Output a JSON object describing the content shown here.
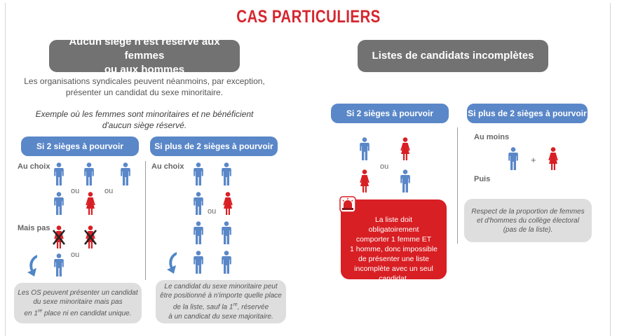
{
  "title": "CAS PARTICULIERS",
  "colors": {
    "title_red": "#d6262f",
    "blue_person": "#5a87c8",
    "red_person": "#d81f24",
    "pill_grey": "#727272",
    "pill_blue": "#5a87c8",
    "note_grey": "#dedede"
  },
  "left": {
    "header_line1": "Aucun siège n'est réservé aux femmes",
    "header_line2": "ou aux hommes",
    "intro_line1": "Les organisations syndicales peuvent néanmoins, par exception,",
    "intro_line2": "présenter un candidat du sexe minoritaire.",
    "example_line1": "Exemple où les femmes sont minoritaires et ne bénéficient",
    "example_line2": "d'aucun siège réservé.",
    "col1": {
      "pill": "Si 2 sièges à pourvoir",
      "label_choice": "Au choix",
      "label_or": "ou",
      "label_not": "Mais pas",
      "note_line1": "Les OS peuvent présenter un candidat",
      "note_line2": "du sexe minoritaire mais pas",
      "note_line3_pre": "en 1",
      "note_line3_sup": "re",
      "note_line3_post": " place ni en candidat unique."
    },
    "col2": {
      "pill": "Si plus de 2 sièges à pourvoir",
      "label_choice": "Au choix",
      "label_or": "ou",
      "note_line1": "Le candidat du sexe minoritaire peut",
      "note_line2": "être positionné à n'importe quelle place",
      "note_line3_pre": "de la liste, sauf la 1",
      "note_line3_sup": "re",
      "note_line3_post": ", réservée",
      "note_line4": "à un candicat du sexe majoritaire."
    }
  },
  "right": {
    "header": "Listes de candidats incomplètes",
    "col1": {
      "pill": "Si 2 sièges à pourvoir",
      "label_or": "ou",
      "alert_icon": "siren-alarm-icon",
      "alert_line1": "La liste doit obligatoirement",
      "alert_line2": "comporter 1 femme ET",
      "alert_line3": "1 homme, donc impossible",
      "alert_line4": "de présenter une liste",
      "alert_line5": "incomplète avec un seul",
      "alert_line6": "candidat."
    },
    "col2": {
      "pill": "Si plus de 2 sièges à pourvoir",
      "label_least": "Au moins",
      "label_plus": "+",
      "label_then": "Puis",
      "note_line1": "Respect de la proportion de femmes",
      "note_line2": "et d'hommes du collège électoral",
      "note_line3": "(pas de la liste)."
    }
  }
}
